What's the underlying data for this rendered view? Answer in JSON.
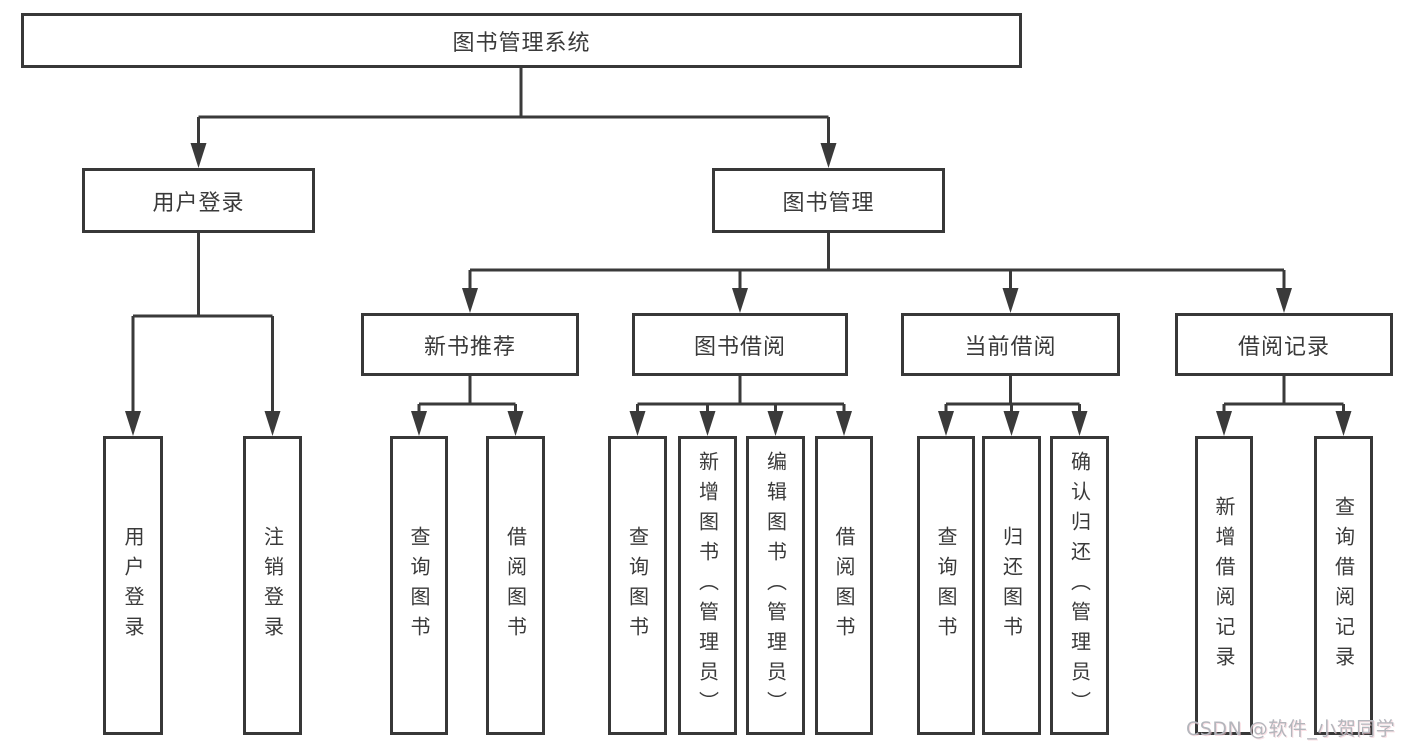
{
  "diagram_title": "图书管理系统",
  "tree": {
    "label": "图书管理系统",
    "children": [
      {
        "label": "用户登录",
        "children": [
          {
            "label": "用户登录"
          },
          {
            "label": "注销登录"
          }
        ]
      },
      {
        "label": "图书管理",
        "children": [
          {
            "label": "新书推荐",
            "children": [
              {
                "label": "查询图书"
              },
              {
                "label": "借阅图书"
              }
            ]
          },
          {
            "label": "图书借阅",
            "children": [
              {
                "label": "查询图书"
              },
              {
                "label": "新增图书（管理员）"
              },
              {
                "label": "编辑图书（管理员）"
              },
              {
                "label": "借阅图书"
              }
            ]
          },
          {
            "label": "当前借阅",
            "children": [
              {
                "label": "查询图书"
              },
              {
                "label": "归还图书"
              },
              {
                "label": "确认归还（管理员）"
              }
            ]
          },
          {
            "label": "借阅记录",
            "children": [
              {
                "label": "新增借阅记录"
              },
              {
                "label": "查询借阅记录"
              }
            ]
          }
        ]
      }
    ]
  },
  "watermark": {
    "text": "CSDN @软件_小贺同学"
  },
  "colors": {
    "line": "#3a3a3a",
    "box_border": "#383838",
    "text": "#3a3a3a",
    "background": "#ffffff",
    "watermark": "#b4b6bc"
  }
}
